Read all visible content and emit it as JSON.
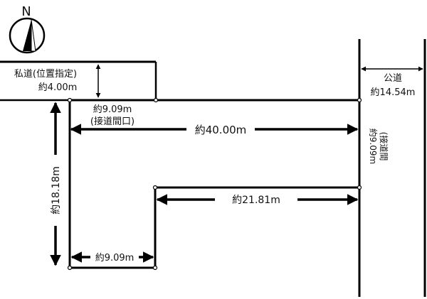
{
  "compass": {
    "letter": "N",
    "icon": "north-arrow-icon"
  },
  "private_road": {
    "title": "私道(位置指定)",
    "width": "約4.00m"
  },
  "public_road": {
    "title": "公道",
    "width": "約14.54m"
  },
  "frontage_top": {
    "line1": "約9.09m",
    "line2": "(接道間口)"
  },
  "frontage_right": {
    "line1": "約9.09m",
    "line2": "(接道間"
  },
  "dimensions": {
    "top_width": "約40.00m",
    "left_height": "約18.18m",
    "inner_width": "約21.81m",
    "bottom_width": "約9.09m"
  }
}
